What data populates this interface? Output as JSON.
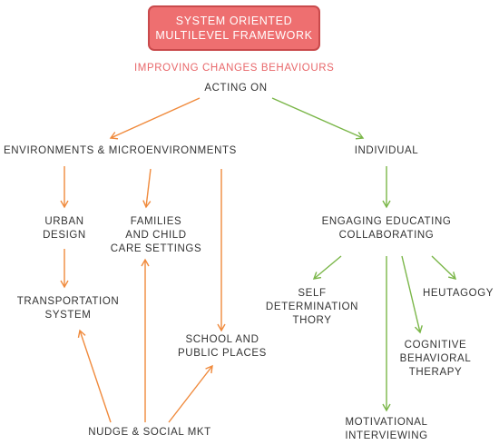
{
  "title": {
    "line1": "SYSTEM ORIENTED",
    "line2": "MULTILEVEL FRAMEWORK"
  },
  "subtitle": "IMPROVING CHANGES BEHAVIOURS",
  "acting_on": "ACTING ON",
  "environments": {
    "label": "ENVIRONMENTS & MICROENVIRONMENTS",
    "urban_design": [
      "URBAN",
      "DESIGN"
    ],
    "families": [
      "FAMILIES",
      "AND CHILD",
      "CARE SETTINGS"
    ],
    "transportation": [
      "TRANSPORTATION",
      "SYSTEM"
    ],
    "school": [
      "SCHOOL AND",
      "PUBLIC PLACES"
    ],
    "nudge": "NUDGE & SOCIAL MKT"
  },
  "individual": {
    "label": "INDIVIDUAL",
    "engaging": [
      "ENGAGING EDUCATING",
      "COLLABORATING"
    ],
    "self_determination": [
      "SELF",
      "DETERMINATION",
      "THORY"
    ],
    "heutagogy": "HEUTAGOGY",
    "cbt": [
      "COGNITIVE",
      "BEHAVIORAL",
      "THERAPY"
    ],
    "motivational": [
      "MOTIVATIONAL",
      "INTERVIEWING"
    ]
  },
  "colors": {
    "title_fill": "#ee6f70",
    "subtitle": "#e8676a",
    "environment_arrow": "#f08a3c",
    "individual_arrow": "#7ab648",
    "text": "#333333"
  }
}
